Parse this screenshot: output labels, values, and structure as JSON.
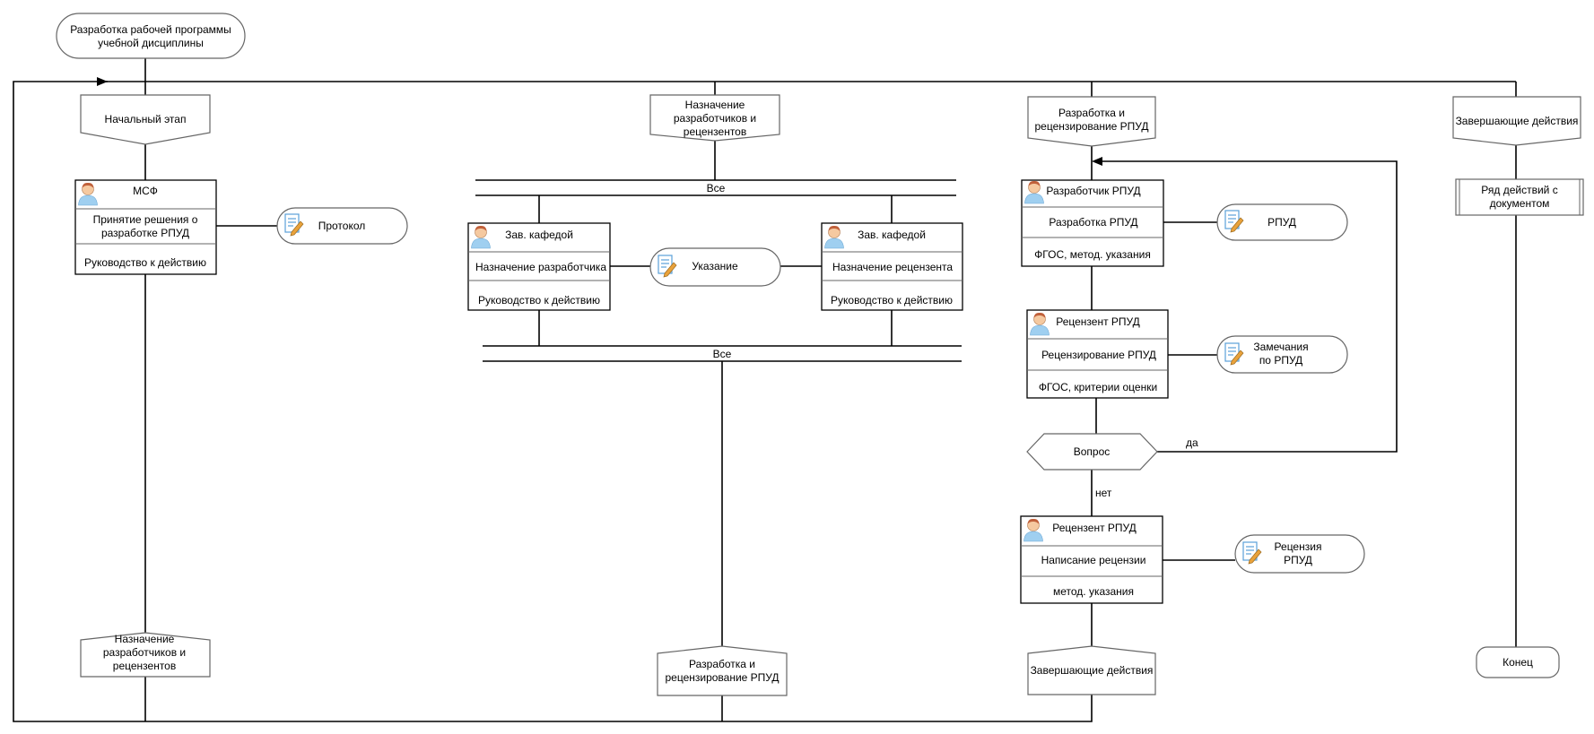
{
  "start": {
    "line1": "Разработка рабочей программы",
    "line2": "учебной дисциплины"
  },
  "stages": {
    "s1": {
      "line1": "Начальный этап"
    },
    "s2": {
      "line1": "Назначение",
      "line2": "разработчиков и",
      "line3": "рецензентов"
    },
    "s3": {
      "line1": "Разработка и",
      "line2": "рецензирование РПУД"
    },
    "s4": {
      "line1": "Завершающие действия"
    }
  },
  "tasks": {
    "msf": {
      "role": "МСФ",
      "action1": "Принятие решения  о",
      "action2": "разработке РПУД",
      "input": "Руководство к действию"
    },
    "zk1": {
      "role": "Зав. кафедой",
      "action": "Назначение разработчика",
      "input": "Руководство к действию"
    },
    "zk2": {
      "role": "Зав. кафедой",
      "action": "Назначение рецензента",
      "input": "Руководство к действию"
    },
    "dev": {
      "role": "Разработчик РПУД",
      "action": "Разработка РПУД",
      "input": "ФГОС, метод. указания"
    },
    "rev1": {
      "role": "Рецензент РПУД",
      "action": "Рецензирование РПУД",
      "input": "ФГОС, критерии оценки"
    },
    "rev2": {
      "role": "Рецензент РПУД",
      "action": "Написание рецензии",
      "input": "метод. указания"
    }
  },
  "docs": {
    "protocol": {
      "line1": "Протокол"
    },
    "ukazanie": {
      "line1": "Указание"
    },
    "rpud": {
      "line1": "РПУД"
    },
    "zamechania": {
      "line1": "Замечания",
      "line2": "по РПУД"
    },
    "recenzia": {
      "line1": "Рецензия",
      "line2": "РПУД"
    }
  },
  "bars": {
    "fork": "Все",
    "join": "Все"
  },
  "decision": {
    "label": "Вопрос",
    "yes": "да",
    "no": "нет"
  },
  "doc_actions": {
    "line1": "Ряд действий с",
    "line2": "документом"
  },
  "ends": {
    "e1": {
      "line1": "Назначение",
      "line2": "разработчиков и",
      "line3": "рецензентов"
    },
    "e2": {
      "line1": "Разработка и",
      "line2": "рецензирование РПУД"
    },
    "e3": {
      "line1": "Завершающие действия"
    },
    "konec": {
      "line1": "Конец"
    }
  },
  "colors": {
    "line": "#000000",
    "box_stroke": "#666666",
    "avatar_skin": "#f5c9a0",
    "avatar_hair": "#c0603a",
    "avatar_body": "#9fcff0",
    "doc_pencil": "#e9a23b",
    "doc_paper": "#5aa0d8"
  }
}
